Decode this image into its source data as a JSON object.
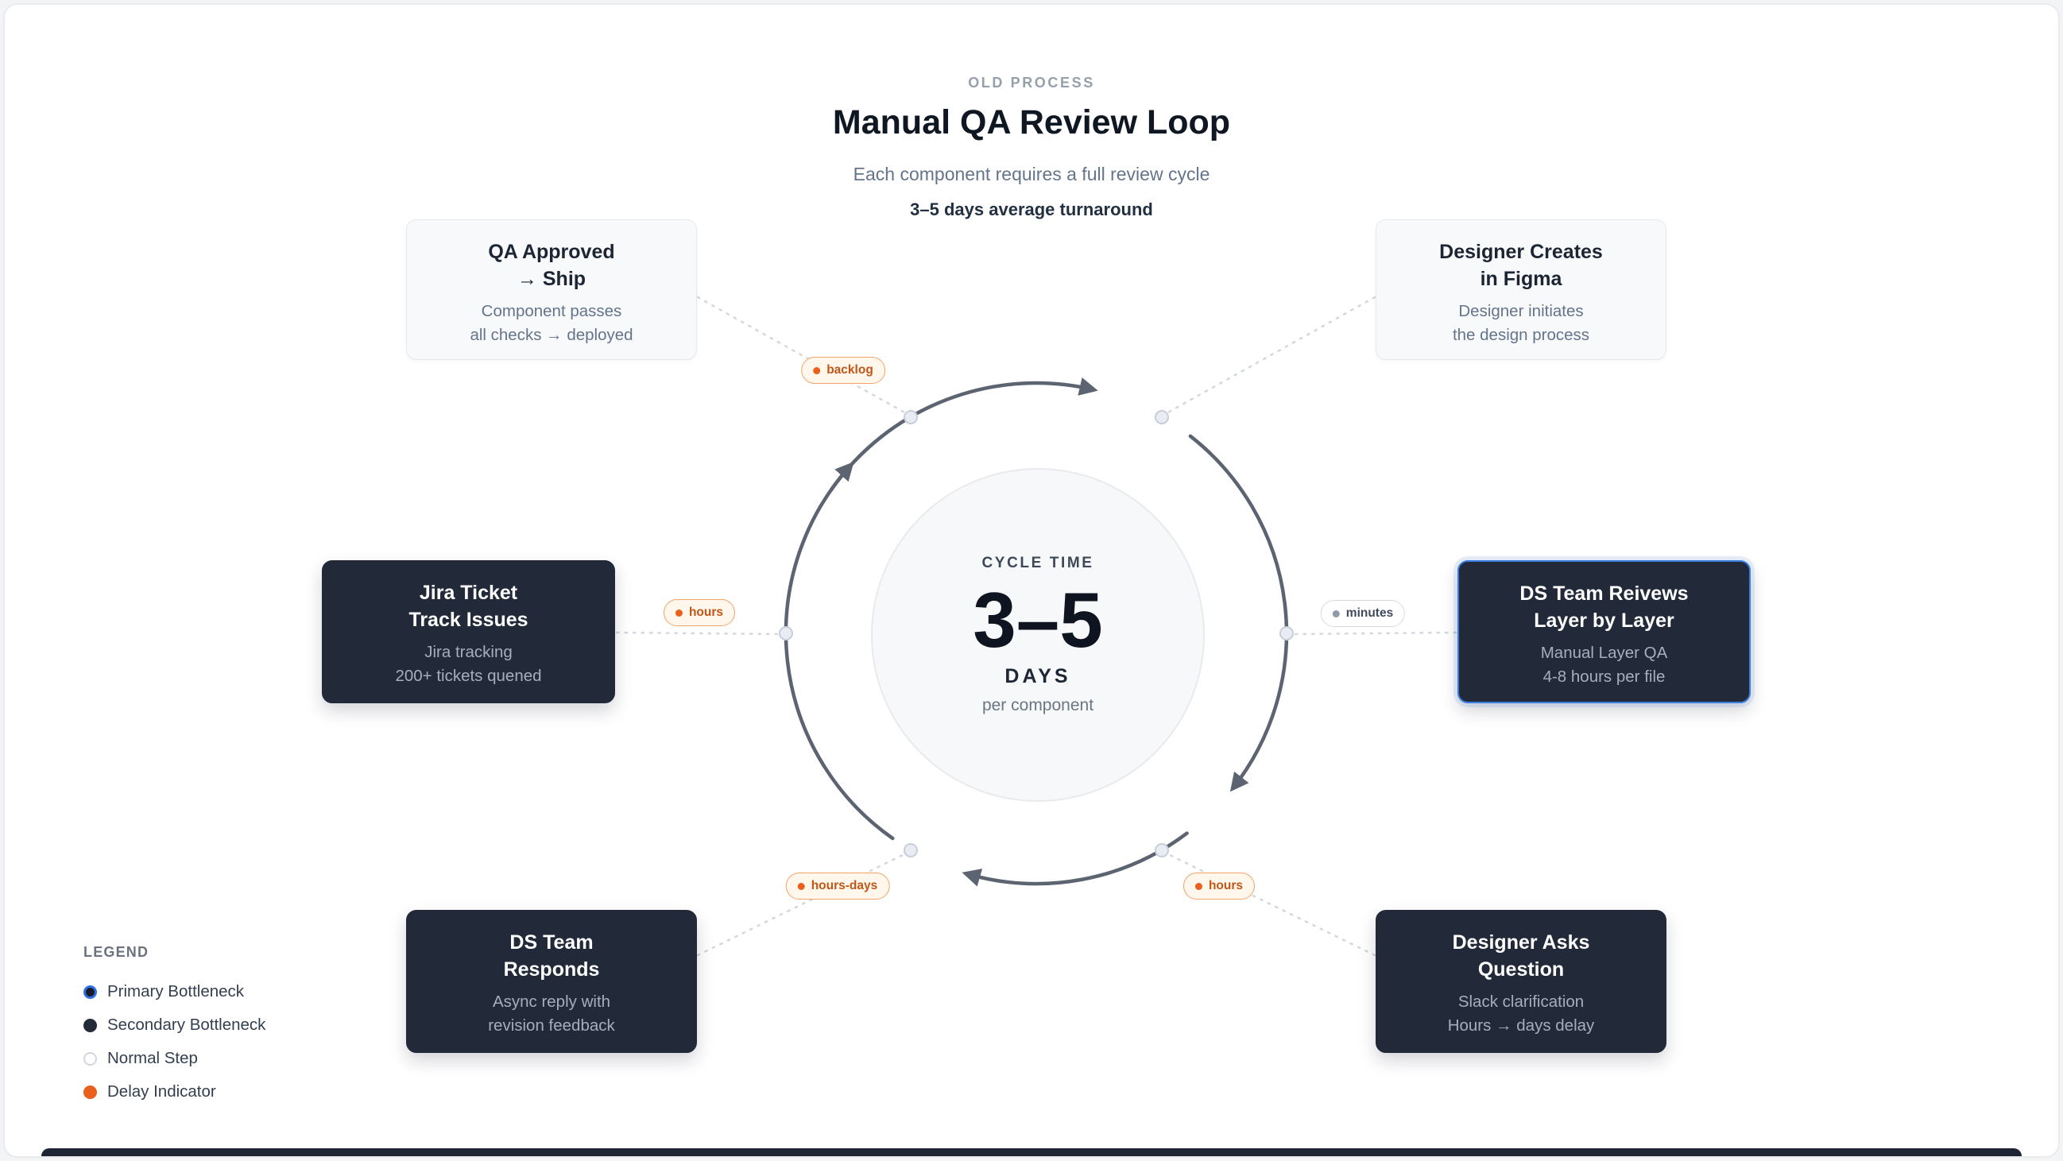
{
  "header": {
    "eyebrow": "OLD PROCESS",
    "title": "Manual QA Review Loop",
    "subtitle": "Each component requires a full review cycle",
    "highlight": "3–5 days average turnaround"
  },
  "center": {
    "label": "CYCLE TIME",
    "value": "3–5",
    "unit": "DAYS",
    "caption": "per component"
  },
  "nodes": [
    {
      "id": "qa-approved-ship",
      "variant": "light",
      "title1": "QA Approved",
      "title2": "→ Ship",
      "body1": "Component passes",
      "body2": "all checks → deployed"
    },
    {
      "id": "designer-creates",
      "variant": "light",
      "title1": "Designer Creates",
      "title2": "in Figma",
      "body1": "Designer initiates",
      "body2": "the design process"
    },
    {
      "id": "jira-ticket",
      "variant": "dark",
      "title1": "Jira Ticket",
      "title2": "Track Issues",
      "body1": "Jira tracking",
      "body2": "200+ tickets quened"
    },
    {
      "id": "ds-team-reviews",
      "variant": "dark-primary",
      "title1": "DS Team Reivews",
      "title2": "Layer by Layer",
      "body1": "Manual Layer QA",
      "body2": "4-8 hours per file"
    },
    {
      "id": "ds-team-responds",
      "variant": "dark",
      "title1": "DS Team",
      "title2": "Responds",
      "body1": "Async reply with",
      "body2": "revision feedback"
    },
    {
      "id": "designer-asks",
      "variant": "dark",
      "title1": "Designer Asks",
      "title2": "Question",
      "body1": "Slack clarification",
      "body2": "Hours → days delay"
    }
  ],
  "badges": [
    {
      "label": "backlog",
      "variant": "delay"
    },
    {
      "label": "hours",
      "variant": "delay"
    },
    {
      "label": "minutes",
      "variant": "normal"
    },
    {
      "label": "hours-days",
      "variant": "delay"
    },
    {
      "label": "hours",
      "variant": "delay"
    }
  ],
  "legend": {
    "title": "LEGEND",
    "items": [
      {
        "label": "Primary Bottleneck",
        "type": "primary"
      },
      {
        "label": "Secondary Bottleneck",
        "type": "secondary"
      },
      {
        "label": "Normal Step",
        "type": "normal"
      },
      {
        "label": "Delay Indicator",
        "type": "delay"
      }
    ]
  },
  "colors": {
    "delay_orange": "#e9601d",
    "primary_blue": "#3b7de0",
    "dark_card": "#222938",
    "arrow_gray": "#5c6472"
  }
}
